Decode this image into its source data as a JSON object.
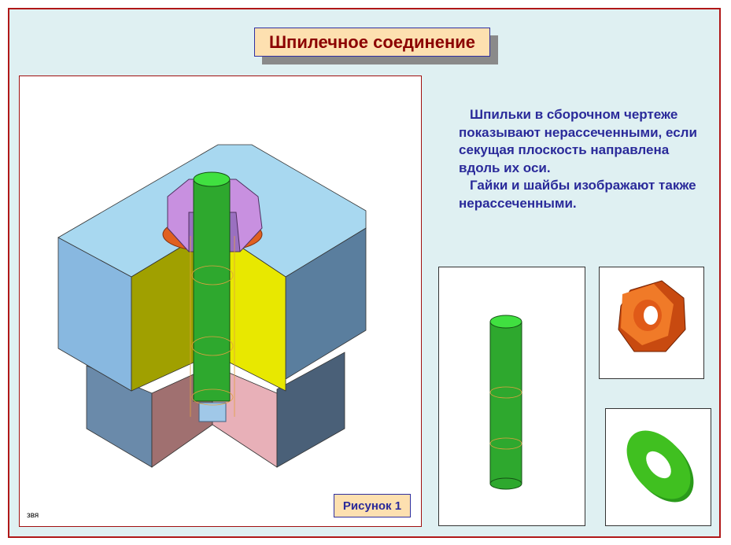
{
  "title": "Шпилечное соединение",
  "description": {
    "paragraph1": "Шпильки в сборочном чертеже показывают нерассеченными, если секущая плоскость направлена вдоль их оси.",
    "paragraph2": "Гайки и шайбы изображают также нерассеченными."
  },
  "figure": {
    "caption": "Рисунок 1",
    "author": "звя"
  },
  "colors": {
    "background": "#dff0f2",
    "frame": "#b01818",
    "title_text": "#8b0000",
    "body_text": "#2a2a9a",
    "stud": "#2ea82e",
    "nut": "#e87020",
    "washer": "#40c020"
  }
}
